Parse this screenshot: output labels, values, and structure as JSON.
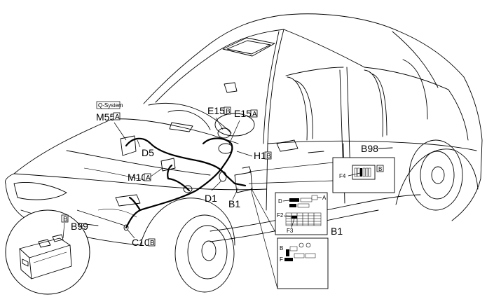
{
  "title_tag": "Q-System",
  "components": {
    "m55": {
      "code": "M55",
      "variant": "A"
    },
    "d5": {
      "code": "D5"
    },
    "m10": {
      "code": "M10",
      "variant": "A"
    },
    "e15b": {
      "code": "E15",
      "variant": "B"
    },
    "e15a": {
      "code": "E15",
      "variant": "A"
    },
    "h1": {
      "code": "H1",
      "variant": "B"
    },
    "d1": {
      "code": "D1"
    },
    "b1": {
      "code": "B1"
    },
    "c10": {
      "code": "C10",
      "variant": "B"
    },
    "b99": {
      "code": "B99",
      "variant": "B"
    },
    "b98": {
      "code": "B98",
      "variant": "B"
    }
  },
  "b98_detail": {
    "label": "B98",
    "fuse": "F4",
    "variant": "B"
  },
  "b1_detail": {
    "label": "B1",
    "upper": {
      "d": "D",
      "a": "A",
      "f2": "F2",
      "f3": "F3"
    },
    "lower": {
      "b": "B",
      "f": "F"
    }
  },
  "colors": {
    "line": "#000000",
    "background": "#ffffff"
  }
}
